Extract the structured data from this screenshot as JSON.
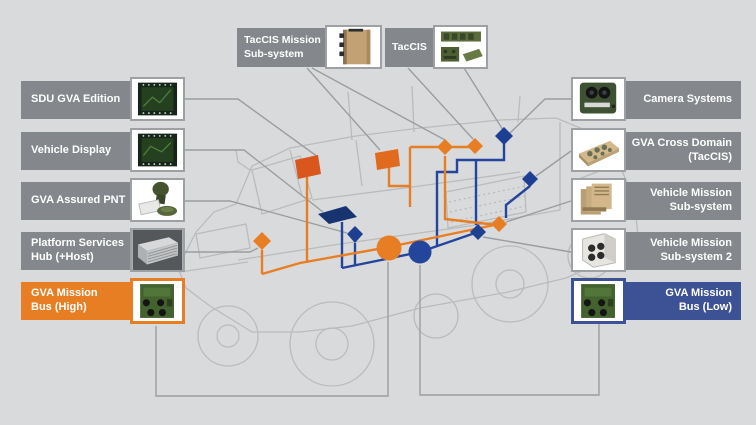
{
  "title": "GVA vehicle mission bus architecture diagram",
  "palette": {
    "background": "#d9dadb",
    "panel_gray": "#84888c",
    "bus_high_orange": "#e87e24",
    "bus_low_navy": "#3d5195",
    "bus_blue_line": "#24459c",
    "connector_gray": "#9b9ea0",
    "vehicle_wireframe": "#b2b4b6",
    "text_white": "#ffffff"
  },
  "buses": [
    {
      "name": "GVA Mission Bus (High)",
      "color": "#e87e24",
      "node_shapes": "orange diamonds, orange circle hub, orange display panels"
    },
    {
      "name": "GVA Mission Bus (Low)",
      "color": "#24459c",
      "node_shapes": "navy diamonds, navy circle hub, navy antenna panel"
    }
  ],
  "left_panels": [
    {
      "label": "SDU GVA Edition",
      "thumb": "display-screen"
    },
    {
      "label": "Vehicle Display",
      "thumb": "display-screen"
    },
    {
      "label": "GVA Assured PNT",
      "thumb": "pnt-antenna"
    },
    {
      "label": "Platform Services\nHub (+Host)",
      "thumb": "server-hub"
    },
    {
      "label": "GVA Mission\nBus (High)",
      "thumb": "circuit-board",
      "accent": "orange"
    }
  ],
  "right_panels": [
    {
      "label": "Camera Systems",
      "thumb": "camera"
    },
    {
      "label": "GVA Cross Domain\n(TacCIS)",
      "thumb": "cross-domain-board"
    },
    {
      "label": "Vehicle Mission\nSub-system",
      "thumb": "stacked-modules"
    },
    {
      "label": "Vehicle Mission\nSub-system 2",
      "thumb": "sealed-box"
    },
    {
      "label": "GVA Mission\nBus (Low)",
      "thumb": "circuit-board",
      "accent": "navy"
    }
  ],
  "top_panels": [
    {
      "label": "TacCIS Mission\nSub-system",
      "thumb": "radio-box"
    },
    {
      "label": "TacCIS",
      "thumb": "radio-units"
    }
  ]
}
